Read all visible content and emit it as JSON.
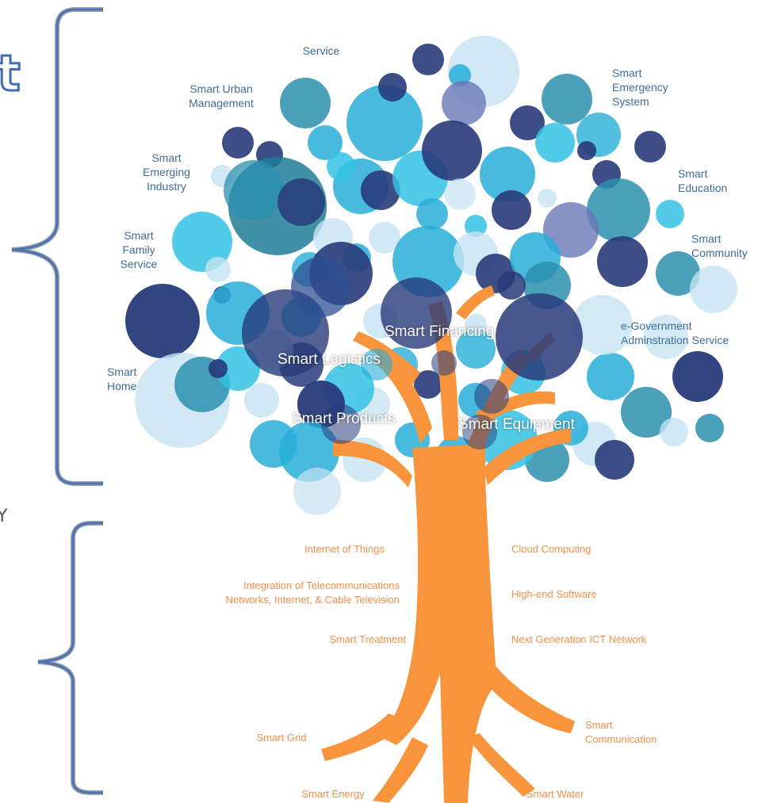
{
  "edge_text": {
    "top_fragment": "t",
    "mid_fragment": "Y"
  },
  "colors": {
    "orange_trunk": "#f7943c",
    "brace": "#4e72ae",
    "bubble_palette": [
      "#27aed8",
      "#2b8fae",
      "#1f7d96",
      "#33c2e3",
      "#9fdcef",
      "#283b7a",
      "#2f4f91",
      "#6a78b6",
      "#c4e3f2"
    ]
  },
  "canopy_labels": [
    {
      "id": "transport",
      "text": "Service"
    },
    {
      "id": "urban",
      "text": "Smart Urban\nManagement"
    },
    {
      "id": "emerging",
      "text": "Smart\nEmerging\nIndustry"
    },
    {
      "id": "family",
      "text": "Smart\nFamily\nService"
    },
    {
      "id": "home",
      "text": "Smart\nHome"
    },
    {
      "id": "emergency",
      "text": "Smart\nEmergency\nSystem"
    },
    {
      "id": "education",
      "text": "Smart\nEducation"
    },
    {
      "id": "community",
      "text": "Smart\nCommunity"
    },
    {
      "id": "egov",
      "text": "e-Government\nAdminstration Service"
    }
  ],
  "branch_labels": [
    {
      "id": "financing",
      "text": "Smart Financing"
    },
    {
      "id": "logistics",
      "text": "Smart Logistics"
    },
    {
      "id": "products",
      "text": "Smart Products"
    },
    {
      "id": "equipment",
      "text": "Smart Equipment"
    }
  ],
  "trunk_labels": [
    {
      "id": "iot",
      "text": "Internet of Things"
    },
    {
      "id": "integration",
      "text": "Integration of Telecommunications\nNetworks, Internet, & Cable Television"
    },
    {
      "id": "treatment",
      "text": "Smart Treatment"
    },
    {
      "id": "cloud",
      "text": "Cloud Computing"
    },
    {
      "id": "software",
      "text": "High-end Software"
    },
    {
      "id": "nextgen",
      "text": "Next Generation ICT Network"
    }
  ],
  "root_labels": [
    {
      "id": "grid",
      "text": "Smart Grid"
    },
    {
      "id": "energy",
      "text": "Smart Energy"
    },
    {
      "id": "communication",
      "text": "Smart\nCommunication"
    },
    {
      "id": "water",
      "text": "Smart Water"
    }
  ]
}
